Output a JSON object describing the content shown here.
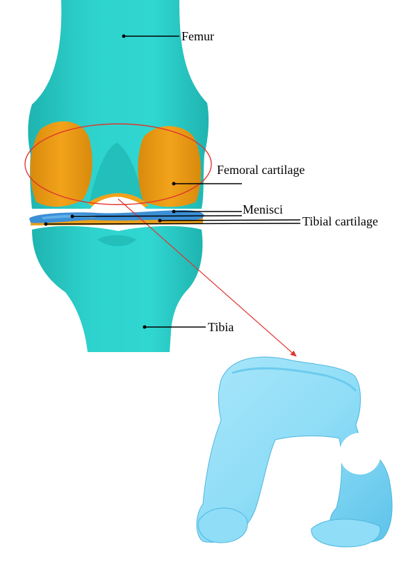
{
  "labels": {
    "femur": "Femur",
    "femoral_cartilage": "Femoral cartilage",
    "menisci": "Menisci",
    "tibial_cartilage": "Tibial cartilage",
    "tibia": "Tibia"
  },
  "colors": {
    "bone": "#2ED3CE",
    "bone_shade": "#1FB4B0",
    "cartilage": "#F2A31B",
    "cartilage_shade": "#D98A0C",
    "meniscus": "#3B8FD6",
    "detail": "#8FDDF7",
    "detail_shade": "#5EC3EA",
    "ellipse": "#E0342E",
    "arrow": "#E0342E",
    "leader": "#000000"
  }
}
